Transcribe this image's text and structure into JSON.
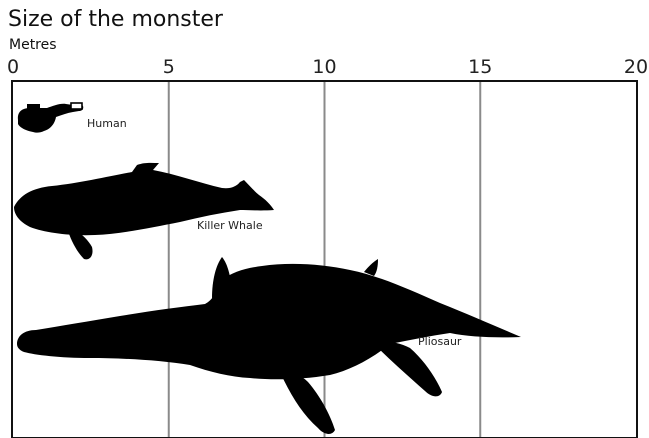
{
  "chart_data": {
    "type": "bar",
    "title": "Size of the monster",
    "xlabel": "Metres",
    "ylabel": "",
    "xlim": [
      0,
      20
    ],
    "ticks": [
      0,
      5,
      10,
      15,
      20
    ],
    "grid": true,
    "categories": [
      "Human",
      "Killer Whale",
      "Pliosaur"
    ],
    "values": [
      2.3,
      8.3,
      16.3
    ],
    "silhouette_color": "#000000",
    "grid_color": "#8a8a8a"
  }
}
